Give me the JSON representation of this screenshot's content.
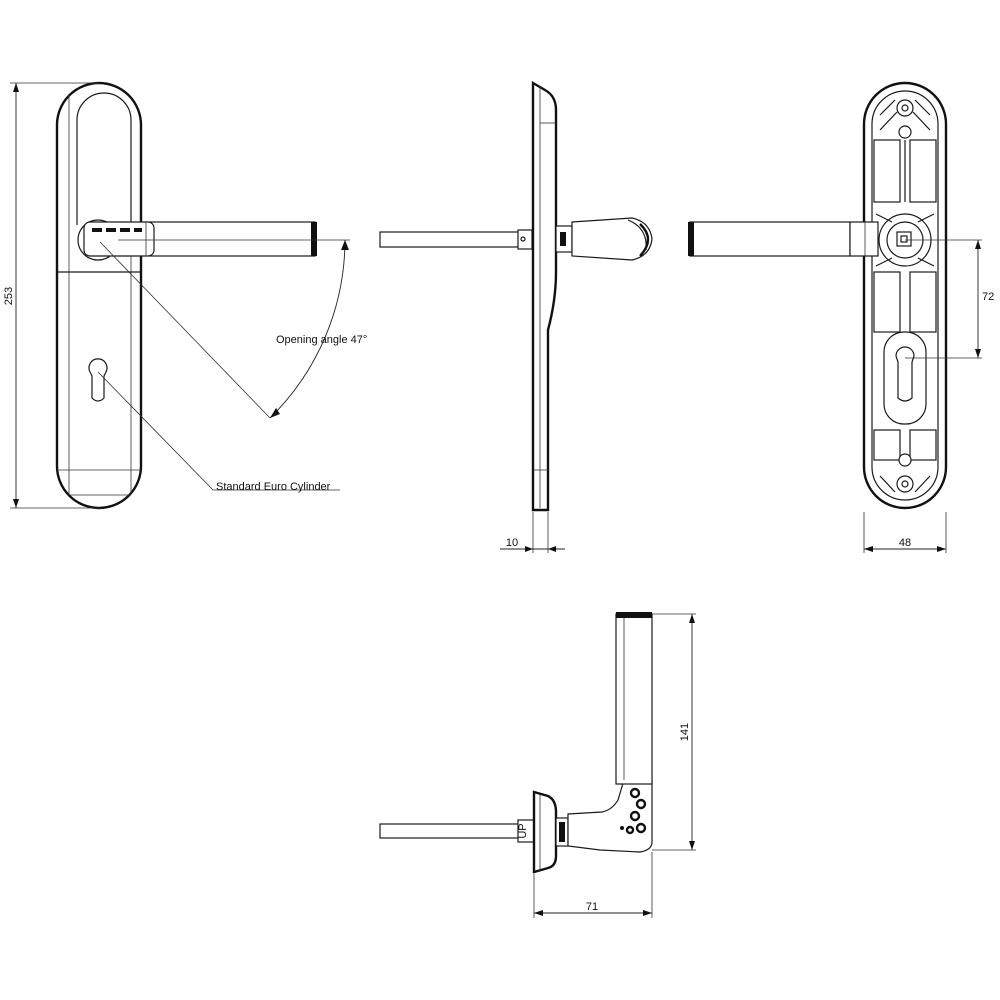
{
  "dimensions": {
    "plate_height": "253",
    "plate_thickness": "10",
    "plate_width": "48",
    "spindle_to_cylinder": "72",
    "lever_height": "141",
    "lever_projection": "71"
  },
  "annotations": {
    "opening_angle": "Opening angle 47°",
    "cylinder": "Standard Euro Cylinder"
  },
  "stamps": {
    "up_marking": "UP"
  },
  "colors": {
    "line": "#1a1a1a",
    "background": "#ffffff"
  }
}
